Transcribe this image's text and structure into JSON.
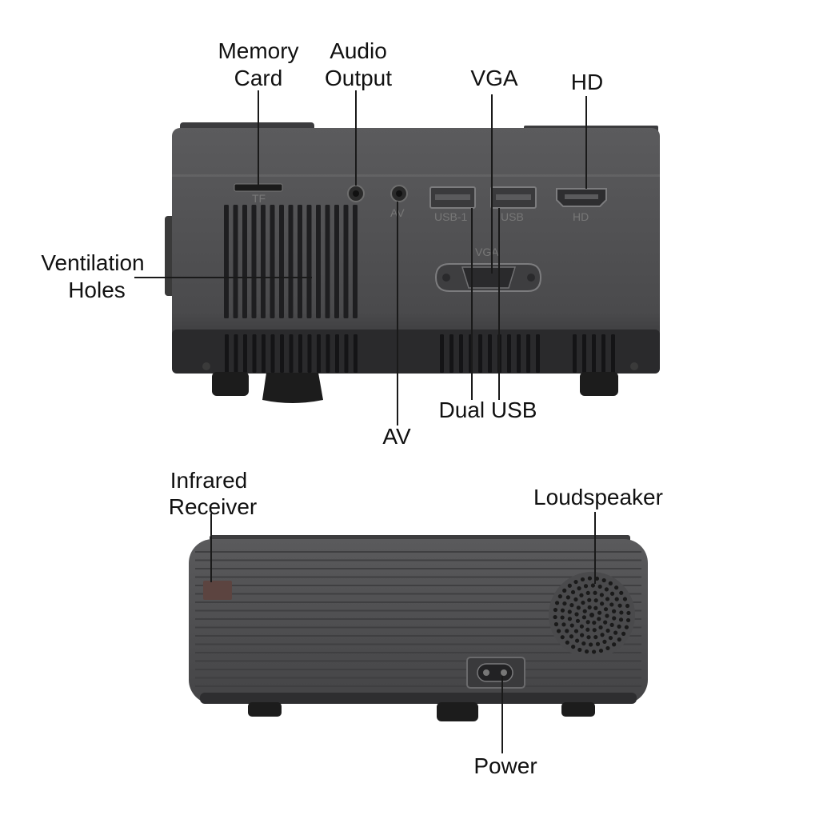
{
  "colors": {
    "body_light": "#5b5b5d",
    "body_dark": "#2a2a2c",
    "body_face": "#4a4a4c",
    "rear_panel": "#525254",
    "rib_line": "#3f3f41",
    "port_outline": "#7c7c7e",
    "label_text": "#111111",
    "leader_line": "#1a1a1a",
    "ir_window": "#5c4440",
    "feet": "#1c1c1c"
  },
  "top_view": {
    "labels": {
      "memory_card": [
        "Memory",
        "Card"
      ],
      "audio_output": [
        "Audio",
        "Output"
      ],
      "vga": "VGA",
      "hd": "HD",
      "ventilation": [
        "Ventilation",
        "Holes"
      ],
      "dual_usb": "Dual USB",
      "av": "AV"
    },
    "printed": {
      "tf": "TF",
      "av": "AV",
      "usb1": "USB-1",
      "usb": "USB",
      "hd": "HD",
      "vga": "VGA"
    }
  },
  "bottom_view": {
    "labels": {
      "infrared_receiver": [
        "Infrared",
        "Receiver"
      ],
      "loudspeaker": "Loudspeaker",
      "power": "Power"
    }
  }
}
